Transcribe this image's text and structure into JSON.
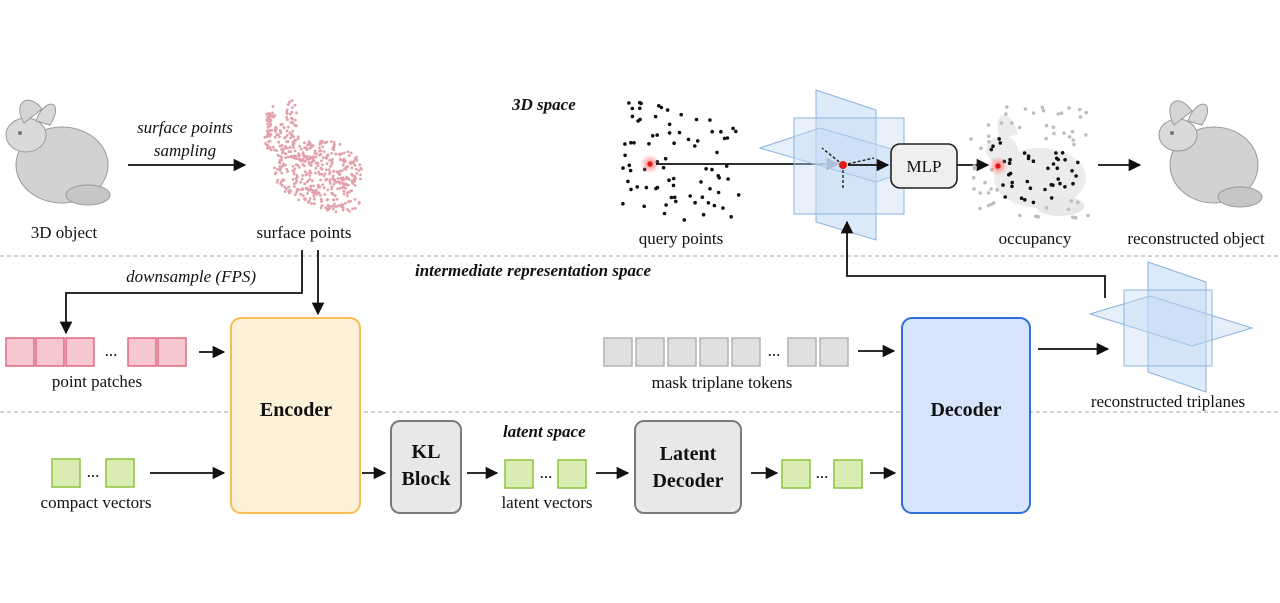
{
  "spaces": {
    "space_3d": "3D space",
    "intermediate": "intermediate  representation space",
    "latent": "latent space"
  },
  "captions": {
    "object_3d": "3D object",
    "surface_points": "surface points",
    "query_points": "query points",
    "occupancy": "occupancy",
    "reconstructed_object": "reconstructed object",
    "point_patches": "point patches",
    "mask_triplane_tokens": "mask triplane tokens",
    "reconstructed_triplanes": "reconstructed triplanes",
    "compact_vectors": "compact vectors",
    "latent_vectors": "latent vectors"
  },
  "arrows": {
    "sampling_line1": "surface points",
    "sampling_line2": "sampling",
    "downsample": "downsample (FPS)"
  },
  "blocks": {
    "encoder": "Encoder",
    "kl_line1": "KL",
    "kl_line2": "Block",
    "latent_decoder_line1": "Latent",
    "latent_decoder_line2": "Decoder",
    "decoder": "Decoder",
    "mlp": "MLP"
  },
  "ellipsis": "...",
  "colors": {
    "encoder_fill": "#fdf0d8",
    "encoder_stroke": "#f6bf55",
    "decoder_fill": "#d6e5fb",
    "decoder_stroke": "#2f6fd6",
    "gray_block_fill": "#e8e8e8",
    "gray_block_stroke": "#7a7a7a",
    "patch_fill": "#f7c7cf",
    "patch_stroke": "#de6a7e",
    "latent_fill": "#d9ecb2",
    "latent_stroke": "#8cc43c",
    "token_fill": "#e0e0e0",
    "token_stroke": "#b3b3b3",
    "plane_fill": "#c5dcf5",
    "plane_stroke": "#8ab3df",
    "separator": "#b8b8b8"
  }
}
